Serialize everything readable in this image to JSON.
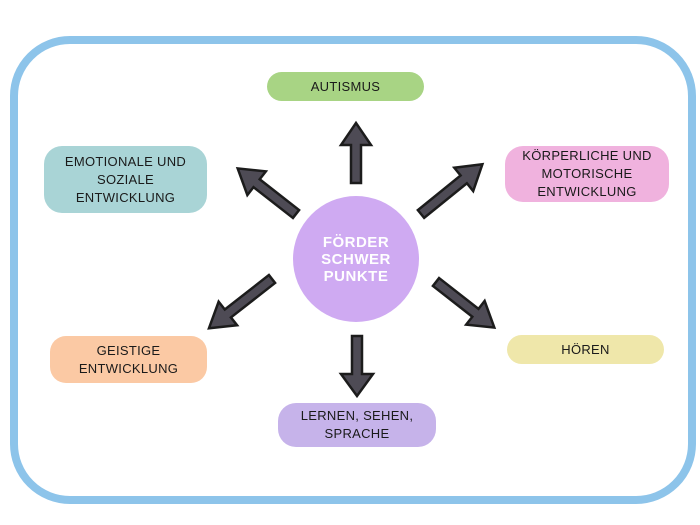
{
  "center": {
    "label": "FÖRDER\nSCHWER\nPUNKTE",
    "color": "#cfaaf2"
  },
  "frame_color": "#8dc4ea",
  "arrow_fill": "#4e4b55",
  "arrow_stroke": "#1c1c1c",
  "nodes": [
    {
      "id": "autismus",
      "label": "AUTISMUS",
      "color": "#a8d484"
    },
    {
      "id": "emotional",
      "label": "EMOTIONALE UND\nSOZIALE\nENTWICKLUNG",
      "color": "#a9d4d6"
    },
    {
      "id": "koerper",
      "label": "KÖRPERLICHE UND\nMOTORISCHE\nENTWICKLUNG",
      "color": "#f0b2de"
    },
    {
      "id": "geistig",
      "label": "GEISTIGE ENTWICKLUNG",
      "color": "#fbc9a4"
    },
    {
      "id": "hoeren",
      "label": "HÖREN",
      "color": "#efe7aa"
    },
    {
      "id": "lernen",
      "label": "LERNEN, SEHEN,\nSPRACHE",
      "color": "#c6b3ea"
    }
  ]
}
